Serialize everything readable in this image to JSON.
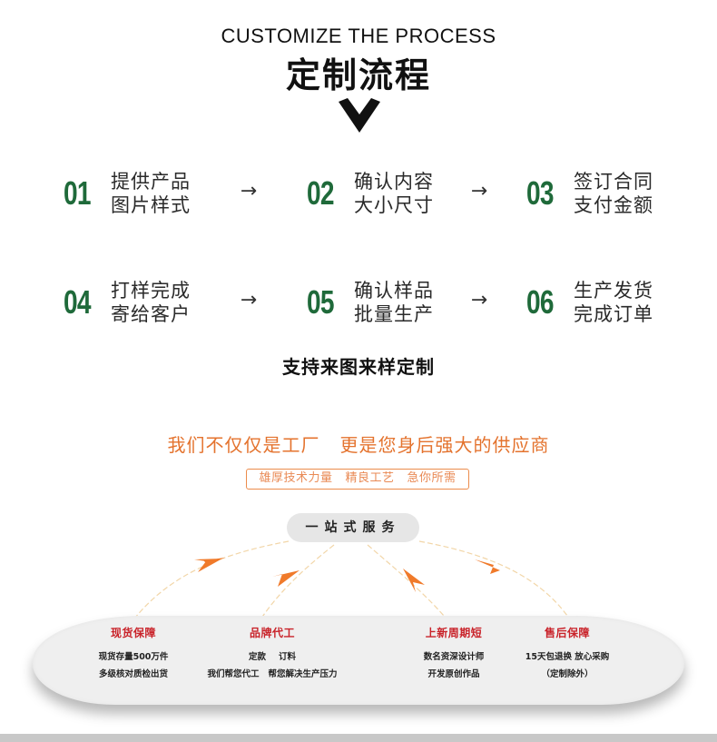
{
  "header": {
    "en_title": "CUSTOMIZE THE PROCESS",
    "cn_title": "定制流程",
    "chevron_icon": "chevron-down-icon"
  },
  "steps": [
    {
      "num": "01",
      "line1": "提供产品",
      "line2": "图片样式"
    },
    {
      "num": "02",
      "line1": "确认内容",
      "line2": "大小尺寸"
    },
    {
      "num": "03",
      "line1": "签订合同",
      "line2": "支付金额"
    },
    {
      "num": "04",
      "line1": "打样完成",
      "line2": "寄给客户"
    },
    {
      "num": "05",
      "line1": "确认样品",
      "line2": "批量生产"
    },
    {
      "num": "06",
      "line1": "生产发货",
      "line2": "完成订单"
    }
  ],
  "arrow_glyph": "→",
  "support_text": "支持来图来样定制",
  "slogan": {
    "part1": "我们不仅仅是工厂",
    "part2": "更是您身后强大的供应商"
  },
  "subslogan": {
    "part1": "雄厚技术力量",
    "part2": "精良工艺",
    "part3": "急你所需"
  },
  "one_stop": "一站式服务",
  "services": [
    {
      "title": "现货保障",
      "lines": [
        "现货存量500万件",
        "多级核对质检出货"
      ]
    },
    {
      "title": "品牌代工",
      "lines": [
        "定款|订料",
        "我们帮您代工|帮您解决生产压力"
      ]
    },
    {
      "title": "上新周期短",
      "lines": [
        "数名资深设计师",
        "开发原创作品"
      ]
    },
    {
      "title": "售后保障",
      "lines": [
        "15天包退换 放心采购",
        "（定制除外）"
      ]
    }
  ],
  "colors": {
    "step_number": "#1f6a3a",
    "slogan": "#e4732e",
    "service_title": "#c9232a",
    "arrow": "#f07a2a"
  }
}
